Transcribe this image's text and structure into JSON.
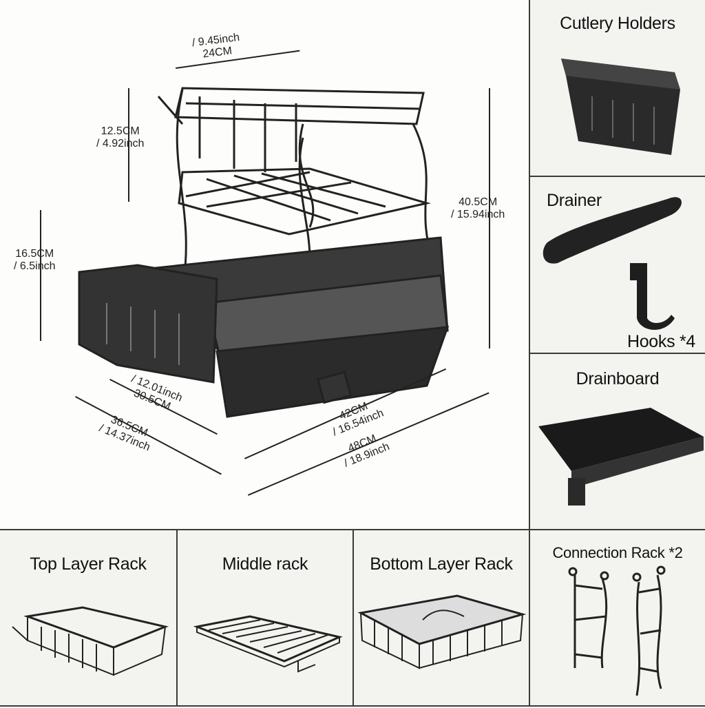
{
  "dimensions": {
    "top_width": [
      "/ 9.45inch",
      "24CM"
    ],
    "top_height": [
      "12.5CM",
      "/ 4.92inch"
    ],
    "middle_height": [
      "16.5CM",
      "/ 6.5inch"
    ],
    "total_height": [
      "40.5CM",
      "/ 15.94inch"
    ],
    "inner_depth": [
      "/ 12.01inch",
      "30.5CM"
    ],
    "outer_depth": [
      "36.5CM",
      "/ 14.37inch"
    ],
    "inner_width": [
      "42CM",
      "/ 16.54inch"
    ],
    "outer_width": [
      "48CM",
      "/ 18.9inch"
    ]
  },
  "parts": {
    "cutlery": "Cutlery Holders",
    "drainer": "Drainer",
    "hooks": "Hooks *4",
    "drainboard": "Drainboard",
    "top_rack": "Top Layer Rack",
    "middle_rack": "Middle rack",
    "bottom_rack": "Bottom Layer Rack",
    "connection": "Connection Rack *2"
  }
}
